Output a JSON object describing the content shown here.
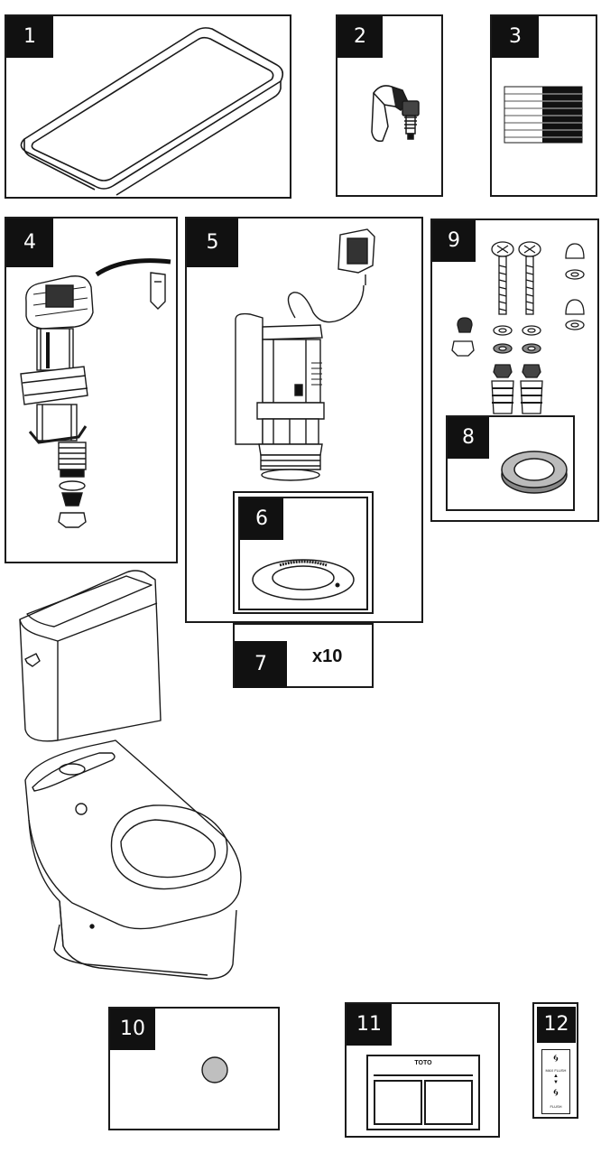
{
  "parts": [
    {
      "number": "1",
      "name": "tank-lid"
    },
    {
      "number": "2",
      "name": "trip-lever"
    },
    {
      "number": "3",
      "name": "instruction-card"
    },
    {
      "number": "4",
      "name": "fill-valve"
    },
    {
      "number": "5",
      "name": "flush-valve"
    },
    {
      "number": "6",
      "name": "flush-valve-gasket"
    },
    {
      "number": "7",
      "name": "quantity-label"
    },
    {
      "number": "8",
      "name": "tank-to-bowl-gasket"
    },
    {
      "number": "9",
      "name": "bolt-kit"
    },
    {
      "number": "10",
      "name": "plug-cap"
    },
    {
      "number": "11",
      "name": "push-button-panel"
    },
    {
      "number": "12",
      "name": "button-label"
    }
  ],
  "part7_quantity": "x10",
  "part11_brand": "TOTO",
  "part12_text_top": "MAX FLUSH",
  "part12_text_bottom": "FLUSH",
  "colors": {
    "ink": "#1a1a1a",
    "cap_fill": "#bfbfbf",
    "tag_bg": "#111111"
  }
}
